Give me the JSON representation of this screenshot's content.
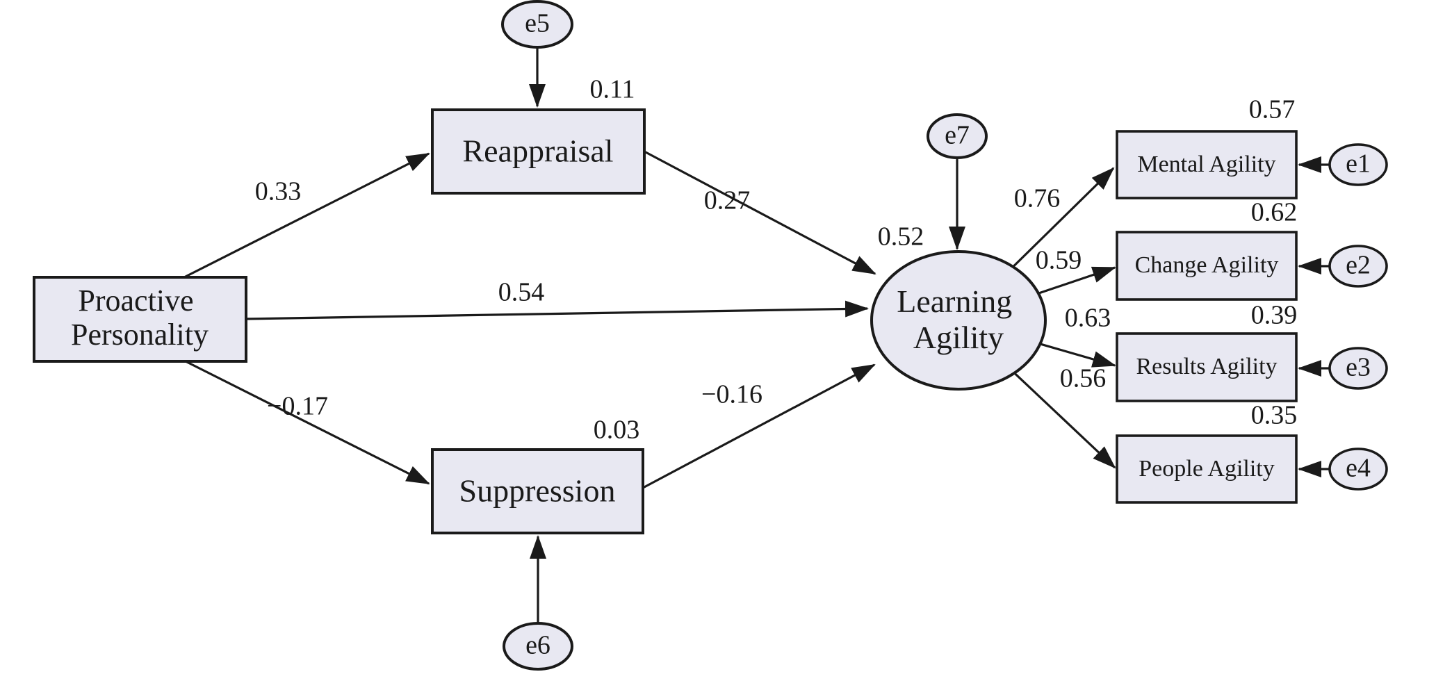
{
  "diagram": {
    "type": "structural-equation-model-path-diagram",
    "colors": {
      "background": "#ffffff",
      "node_fill": "#e8e8f2",
      "stroke": "#1a1a1a"
    },
    "nodes": {
      "proactive_personality": {
        "label": "Proactive Personality",
        "line1": "Proactive",
        "line2": "Personality"
      },
      "reappraisal": {
        "label": "Reappraisal",
        "variance_explained": "0.11"
      },
      "suppression": {
        "label": "Suppression",
        "variance_explained": "0.03"
      },
      "learning_agility": {
        "label": "Learning Agility",
        "line1": "Learning",
        "line2": "Agility",
        "variance_explained": "0.52"
      },
      "mental_agility": {
        "label": "Mental Agility",
        "variance_explained": "0.57"
      },
      "change_agility": {
        "label": "Change Agility",
        "variance_explained": "0.62"
      },
      "results_agility": {
        "label": "Results Agility",
        "variance_explained": "0.39"
      },
      "people_agility": {
        "label": "People Agility",
        "variance_explained": "0.35"
      }
    },
    "error_terms": {
      "e1": "e1",
      "e2": "e2",
      "e3": "e3",
      "e4": "e4",
      "e5": "e5",
      "e6": "e6",
      "e7": "e7"
    },
    "paths": [
      {
        "from": "Proactive Personality",
        "to": "Reappraisal",
        "coefficient": "0.33"
      },
      {
        "from": "Proactive Personality",
        "to": "Learning Agility",
        "coefficient": "0.54"
      },
      {
        "from": "Proactive Personality",
        "to": "Suppression",
        "coefficient": "−0.17"
      },
      {
        "from": "Reappraisal",
        "to": "Learning Agility",
        "coefficient": "0.27"
      },
      {
        "from": "Suppression",
        "to": "Learning Agility",
        "coefficient": "−0.16"
      },
      {
        "from": "Learning Agility",
        "to": "Mental Agility",
        "coefficient": "0.76"
      },
      {
        "from": "Learning Agility",
        "to": "Change Agility",
        "coefficient": "0.59"
      },
      {
        "from": "Learning Agility",
        "to": "Results Agility",
        "coefficient": "0.63"
      },
      {
        "from": "Learning Agility",
        "to": "People Agility",
        "coefficient": "0.56"
      }
    ]
  }
}
